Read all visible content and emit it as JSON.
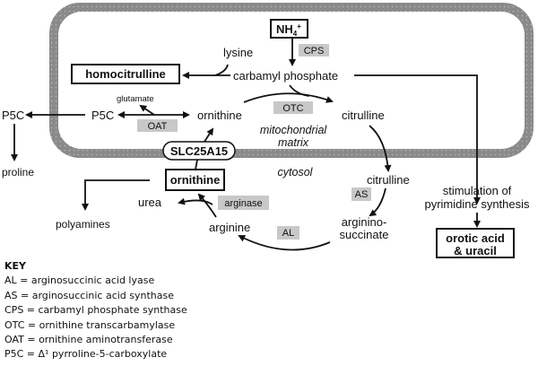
{
  "compartments": {
    "matrix_line1": "mitochondrial",
    "matrix_line2": "matrix",
    "cytosol": "cytosol"
  },
  "metabolites": {
    "nh4": "NH",
    "nh4_sub": "4",
    "nh4_sup": "+",
    "lysine": "lysine",
    "homocitrulline": "homocitrulline",
    "carbamyl_phosphate": "carbamyl phosphate",
    "glutamate": "glutamate",
    "p5c_matrix": "P5C",
    "p5c_cytosol": "P5C",
    "proline": "proline",
    "ornithine_matrix": "ornithine",
    "citrulline_matrix": "citrulline",
    "transporter": "SLC25A15",
    "ornithine_cytosol": "ornithine",
    "polyamines": "polyamines",
    "urea": "urea",
    "arginine": "arginine",
    "citrulline_cytosol": "citrulline",
    "argininosuccinate_line1": "arginino-",
    "argininosuccinate_line2": "succinate",
    "pyrimidine_line1": "stimulation of",
    "pyrimidine_line2": "pyrimidine synthesis",
    "orotic_line1": "orotic acid",
    "orotic_line2": "& uracil"
  },
  "enzymes": {
    "cps": "CPS",
    "oat": "OAT",
    "otc": "OTC",
    "arginase": "arginase",
    "as": "AS",
    "al": "AL"
  },
  "key": {
    "title": "KEY",
    "items": [
      "AL = arginosuccinic acid lyase",
      "AS = arginosuccinic acid synthase",
      "CPS = carbamyl phosphate synthase",
      "OTC = ornithine transcarbamylase",
      "OAT = ornithine aminotransferase",
      "P5C = Δ¹ pyrroline-5-carboxylate"
    ]
  },
  "colors": {
    "membrane": "#8a8a8a",
    "enzyme_box": "#c8c8c8",
    "ink": "#111111"
  }
}
